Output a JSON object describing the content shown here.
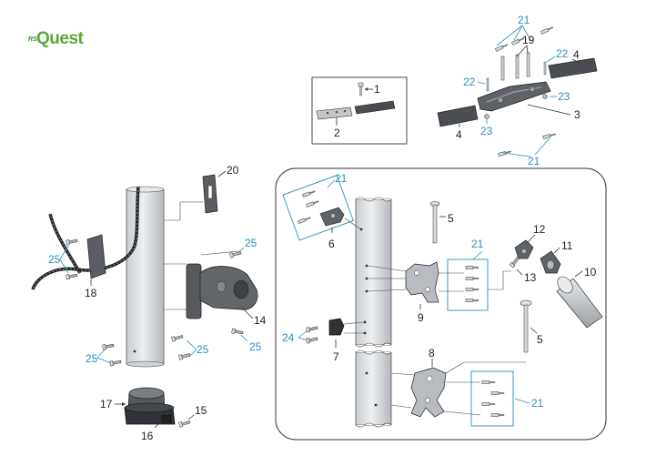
{
  "brand": {
    "prefix": "RS",
    "name": "Quest"
  },
  "colors": {
    "brand_green": "#5aa83a",
    "callout_blue": "#2b8fc0",
    "part_gray": "#b7bcc1",
    "part_dark": "#4a4d52"
  },
  "callouts": {
    "c1": "1",
    "c2": "2",
    "c3": "3",
    "c4a": "4",
    "c4b": "4",
    "c5a": "5",
    "c5b": "5",
    "c6": "6",
    "c7": "7",
    "c8": "8",
    "c9": "9",
    "c10": "10",
    "c11": "11",
    "c12": "12",
    "c13": "13",
    "c14": "14",
    "c15": "15",
    "c16": "16",
    "c17": "17",
    "c18": "18",
    "c19": "19",
    "c20": "20",
    "c21a": "21",
    "c21b": "21",
    "c21c": "21",
    "c21d": "21",
    "c21e": "21",
    "c22a": "22",
    "c22b": "22",
    "c23a": "23",
    "c23b": "23",
    "c24": "24",
    "c25a": "25",
    "c25b": "25",
    "c25c": "25",
    "c25d": "25",
    "c25e": "25"
  }
}
